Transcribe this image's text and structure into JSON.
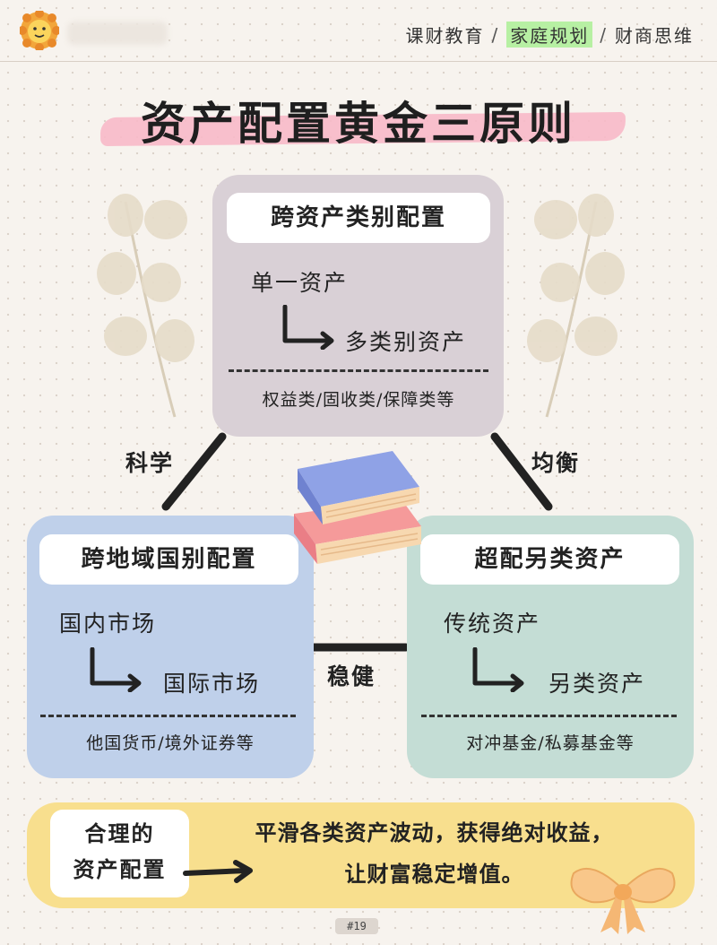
{
  "header": {
    "nav": [
      "课财教育",
      "家庭规划",
      "财商思维"
    ],
    "active_index": 1,
    "accent_color": "#b7f0a3"
  },
  "title": "资产配置黄金三原则",
  "top_box": {
    "heading": "跨资产类别配置",
    "from": "单一资产",
    "to": "多类别资产",
    "note": "权益类/固收类/保障类等",
    "color": "#d9d0d6"
  },
  "left_box": {
    "heading": "跨地域国别配置",
    "from": "国内市场",
    "to": "国际市场",
    "note": "他国货币/境外证券等",
    "color": "#bfd0ea"
  },
  "right_box": {
    "heading": "超配另类资产",
    "from": "传统资产",
    "to": "另类资产",
    "note": "对冲基金/私募基金等",
    "color": "#c4ddd5"
  },
  "connectors": {
    "left": "科学",
    "right": "均衡",
    "bottom": "稳健"
  },
  "bottom": {
    "label_line1": "合理的",
    "label_line2": "资产配置",
    "result_line1": "平滑各类资产波动，获得绝对收益，",
    "result_line2": "让财富稳定增值。",
    "color": "#f8df8e"
  },
  "page_number": "#19",
  "icons": [
    "lion-logo-icon",
    "plant-leaf-icon",
    "books-icon",
    "bow-icon",
    "arrow-icon"
  ]
}
